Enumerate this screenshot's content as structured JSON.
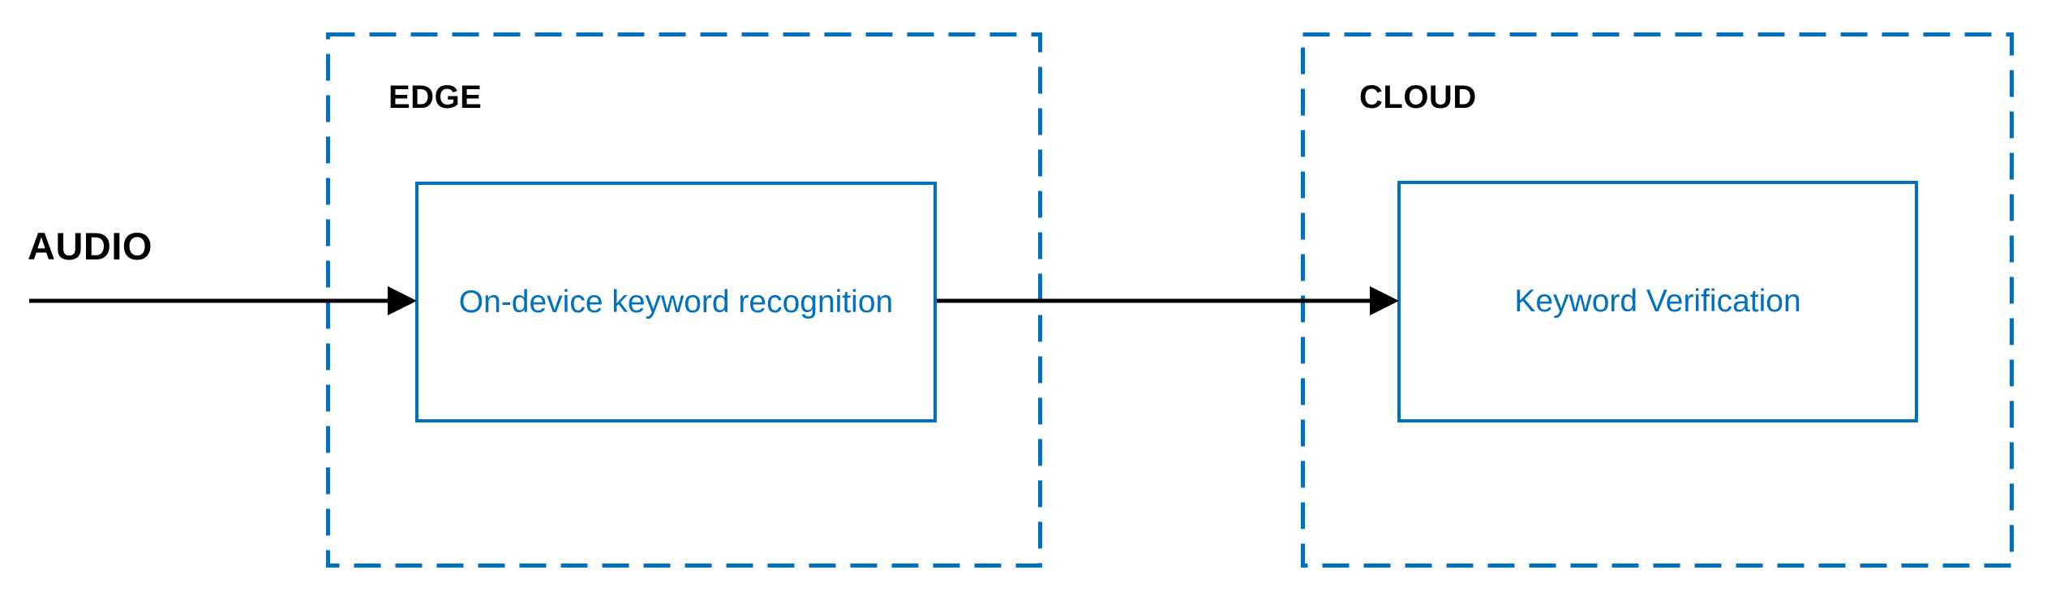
{
  "diagram": {
    "type": "flow-diagram",
    "audio_label": "AUDIO",
    "zones": [
      {
        "label": "EDGE",
        "border_style": "dashed",
        "node_label": "On-device keyword recognition"
      },
      {
        "label": "CLOUD",
        "border_style": "dashed",
        "node_label": "Keyword Verification"
      }
    ],
    "connections": [
      {
        "from": "AUDIO",
        "to": "On-device keyword recognition"
      },
      {
        "from": "On-device keyword recognition",
        "to": "Keyword Verification"
      }
    ],
    "colors": {
      "accent_blue": "#0070C0",
      "arrow_black": "#000000",
      "background": "#FFFFFF"
    }
  }
}
